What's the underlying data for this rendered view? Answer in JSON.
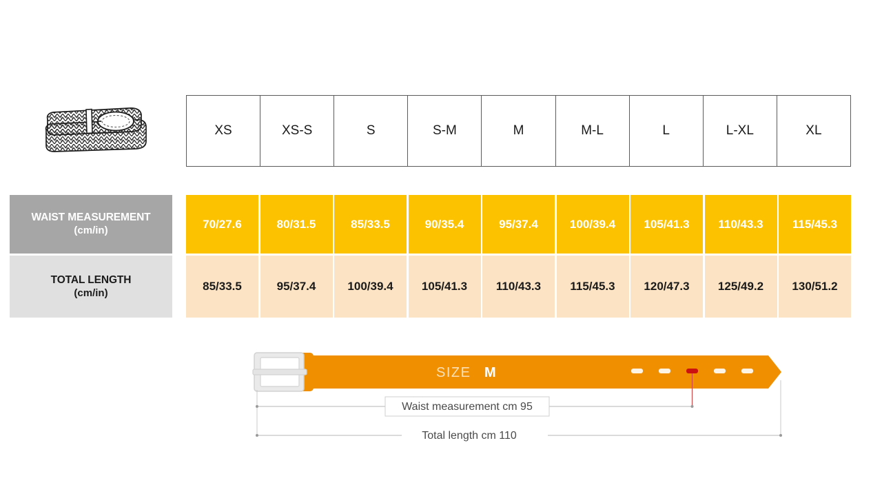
{
  "product_icon": {
    "name": "braided-belt-illustration"
  },
  "size_table": {
    "sizes": [
      "XS",
      "XS-S",
      "S",
      "S-M",
      "M",
      "M-L",
      "L",
      "L-XL",
      "XL"
    ],
    "rows": [
      {
        "label_main": "WAIST MEASUREMENT",
        "label_sub": "(cm/in)",
        "values": [
          "70/27.6",
          "80/31.5",
          "85/33.5",
          "90/35.4",
          "95/37.4",
          "100/39.4",
          "105/41.3",
          "110/43.3",
          "115/45.3"
        ]
      },
      {
        "label_main": "TOTAL LENGTH",
        "label_sub": "(cm/in)",
        "values": [
          "85/33.5",
          "95/37.4",
          "100/39.4",
          "105/41.3",
          "110/43.3",
          "115/45.3",
          "120/47.3",
          "125/49.2",
          "130/51.2"
        ]
      }
    ]
  },
  "belt_diagram": {
    "size_prefix": "SIZE",
    "size_value": "M",
    "waist_dimension_label": "Waist measurement cm 95",
    "total_length_label": "Total length cm 110",
    "holes_count": 5,
    "active_hole_index": 2
  },
  "colors": {
    "amber": "#fcc200",
    "peach": "#fce3c4",
    "label_gray_dark": "#a6a6a6",
    "label_gray_light": "#e0e0e0",
    "belt_orange": "#f09000",
    "buckle_silver": "#e8e8e8",
    "active_hole_red": "#cc1111",
    "dimension_line": "#b5b5b5",
    "header_border": "#5a5a5a"
  }
}
